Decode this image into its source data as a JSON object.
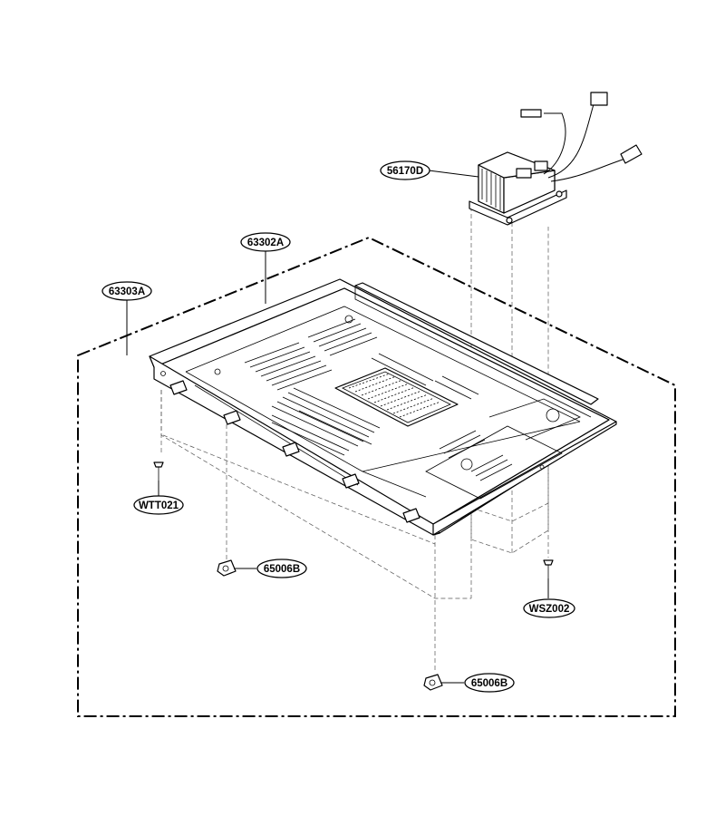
{
  "labels": {
    "transformer": "56170D",
    "base_plate": "63302A",
    "base_assembly": "63303A",
    "screw_left": "WTT021",
    "foot_left": "65006B",
    "screw_right": "WSZ002",
    "foot_bottom": "65006B"
  }
}
